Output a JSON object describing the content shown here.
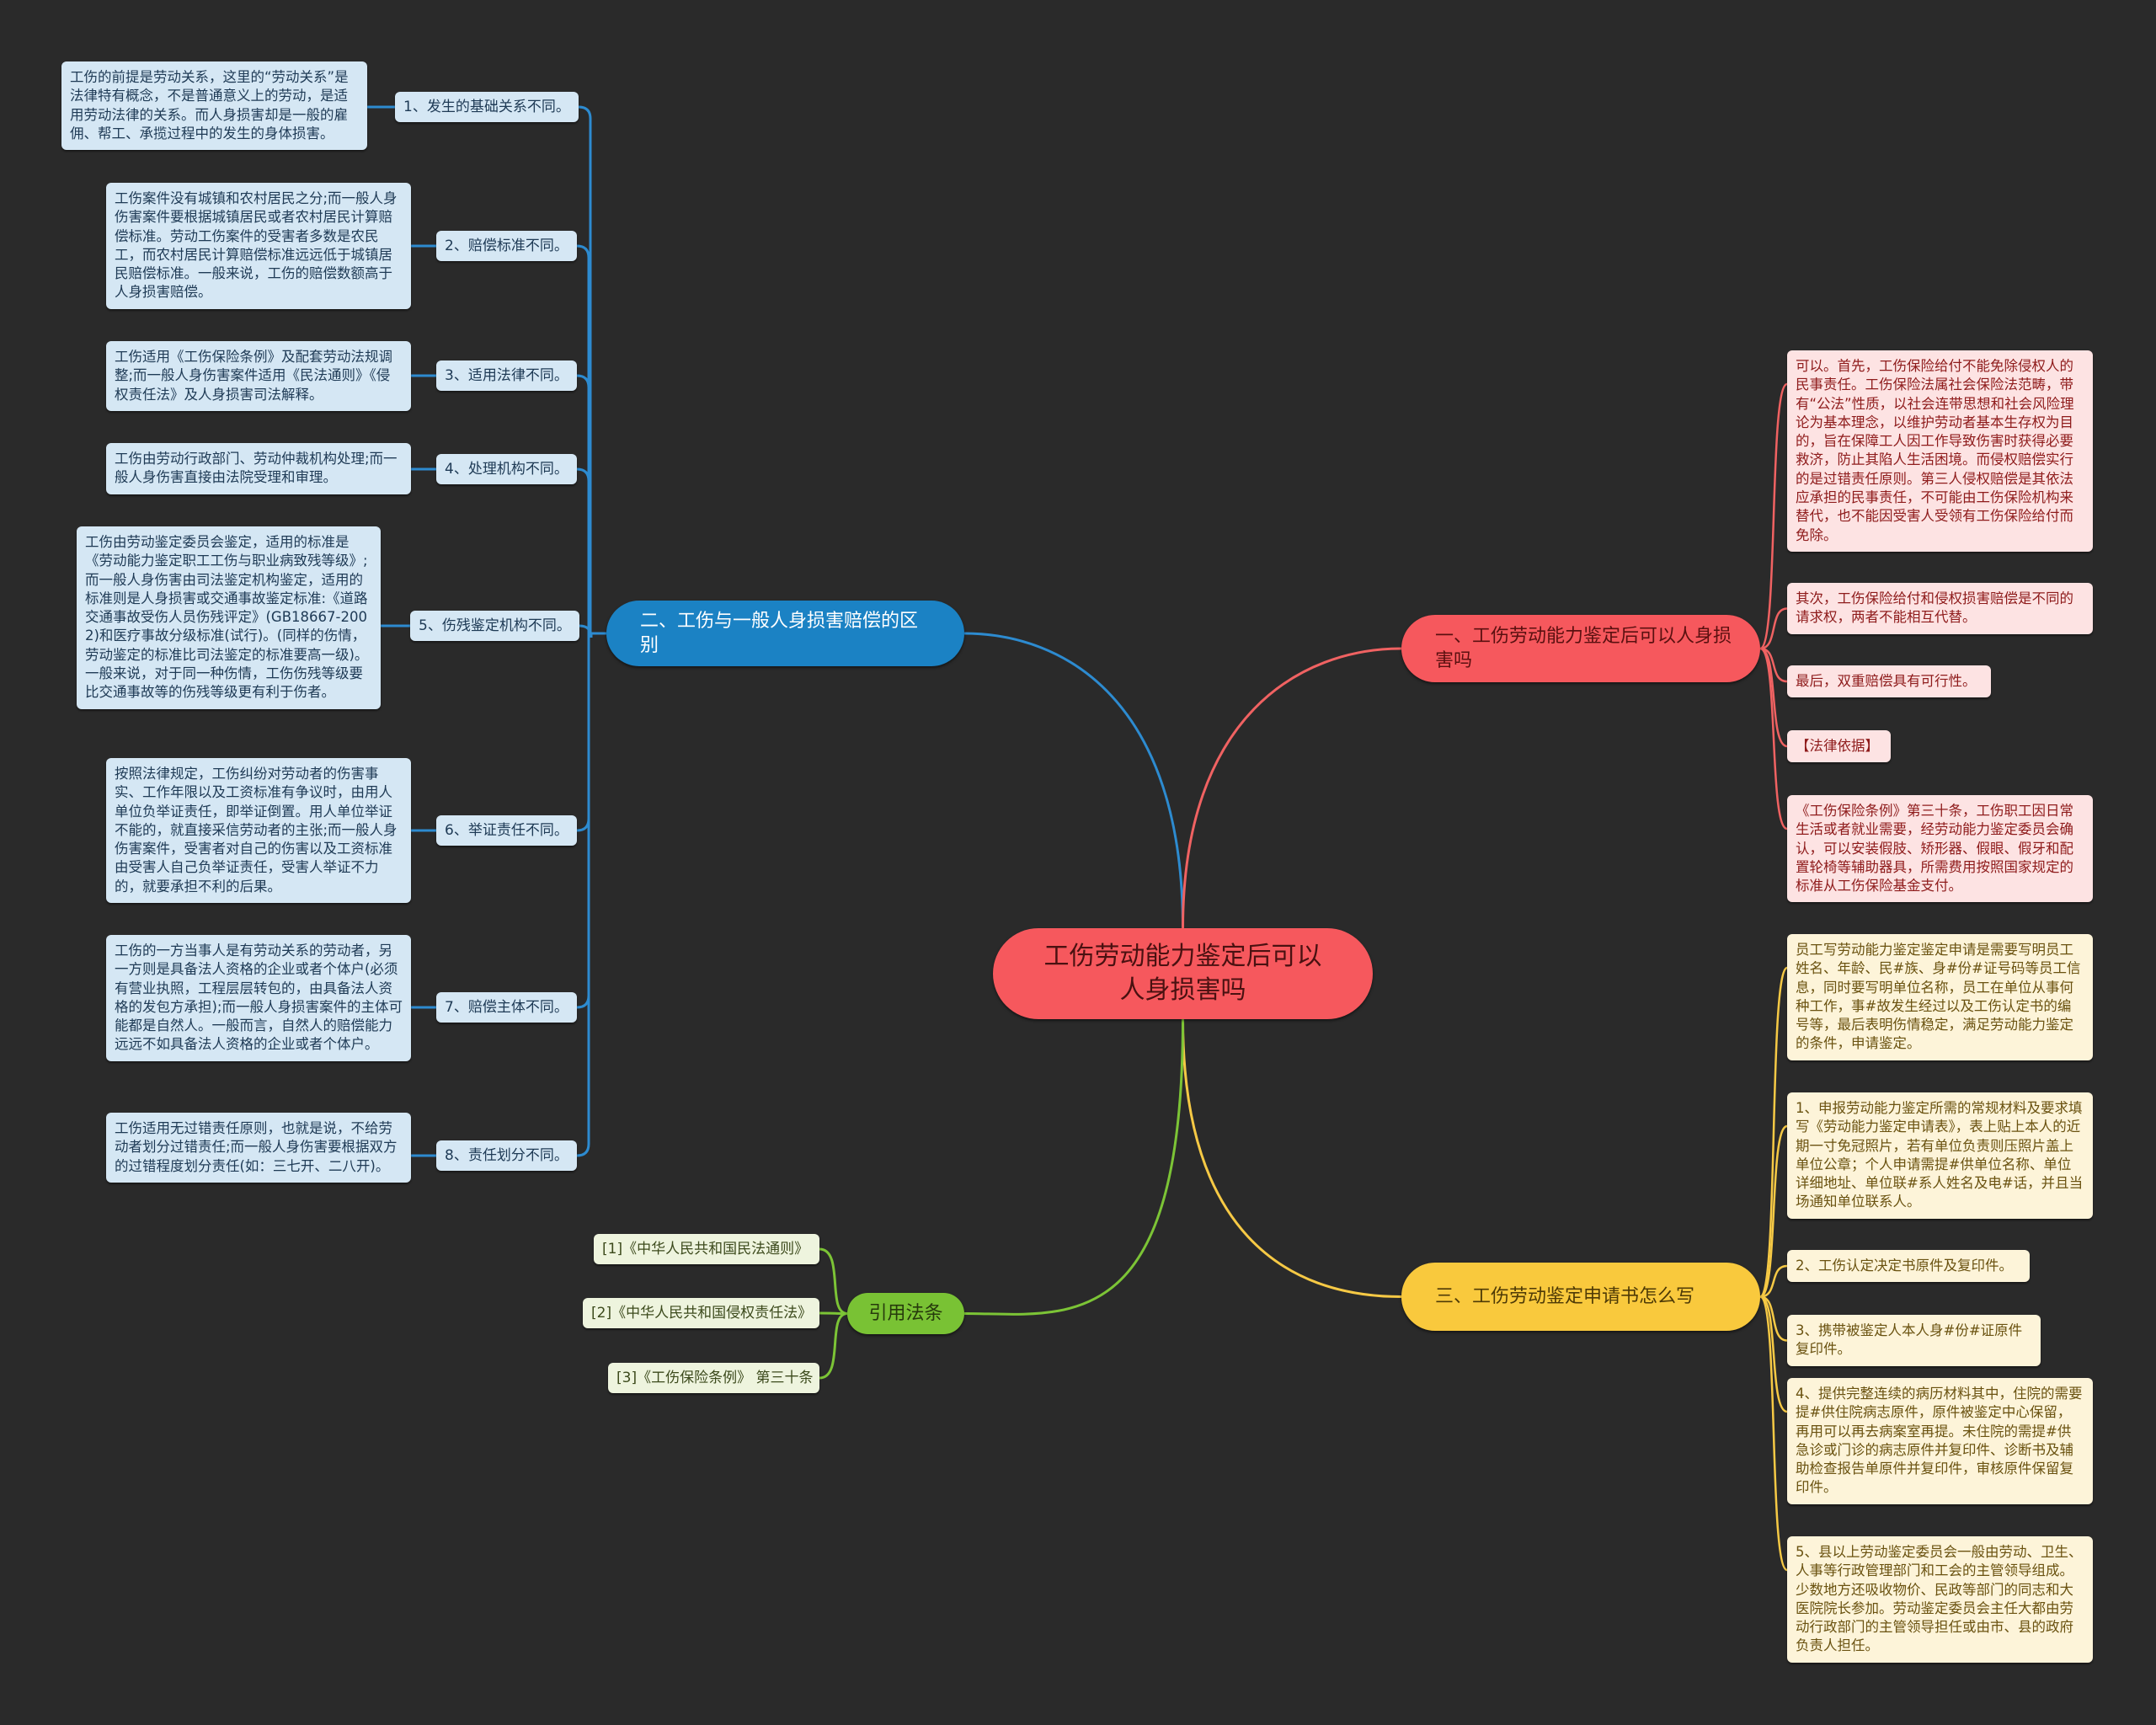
{
  "colors": {
    "blue": "#2d8bd0",
    "red": "#f06262",
    "yellow": "#f6c945",
    "green": "#7cc436",
    "background": "#2a2a2a"
  },
  "center": {
    "title": "工伤劳动能力鉴定后可以人身损害吗"
  },
  "branch_left": {
    "title": "二、工伤与一般人身损害赔偿的区别",
    "items": [
      {
        "label": "1、发生的基础关系不同。",
        "text": "工伤的前提是劳动关系，这里的“劳动关系”是法律特有概念，不是普通意义上的劳动，是适用劳动法律的关系。而人身损害却是一般的雇佣、帮工、承揽过程中的发生的身体损害。"
      },
      {
        "label": "2、赔偿标准不同。",
        "text": "工伤案件没有城镇和农村居民之分;而一般人身伤害案件要根据城镇居民或者农村居民计算赔偿标准。劳动工伤案件的受害者多数是农民工，而农村居民计算赔偿标准远远低于城镇居民赔偿标准。一般来说，工伤的赔偿数额高于人身损害赔偿。"
      },
      {
        "label": "3、适用法律不同。",
        "text": "工伤适用《工伤保险条例》及配套劳动法规调整;而一般人身伤害案件适用《民法通则》《侵权责任法》及人身损害司法解释。"
      },
      {
        "label": "4、处理机构不同。",
        "text": "工伤由劳动行政部门、劳动仲裁机构处理;而一般人身伤害直接由法院受理和审理。"
      },
      {
        "label": "5、伤残鉴定机构不同。",
        "text": "工伤由劳动鉴定委员会鉴定，适用的标准是《劳动能力鉴定职工工伤与职业病致残等级》;而一般人身伤害由司法鉴定机构鉴定，适用的标准则是人身损害或交通事故鉴定标准:《道路交通事故受伤人员伤残评定》(GB18667-2002)和医疗事故分级标准(试行)。(同样的伤情，劳动鉴定的标准比司法鉴定的标准要高一级)。一般来说，对于同一种伤情，工伤伤残等级要比交通事故等的伤残等级更有利于伤者。"
      },
      {
        "label": "6、举证责任不同。",
        "text": "按照法律规定，工伤纠纷对劳动者的伤害事实、工作年限以及工资标准有争议时，由用人单位负举证责任，即举证倒置。用人单位举证不能的，就直接采信劳动者的主张;而一般人身伤害案件，受害者对自己的伤害以及工资标准由受害人自己负举证责任，受害人举证不力的，就要承担不利的后果。"
      },
      {
        "label": "7、赔偿主体不同。",
        "text": "工伤的一方当事人是有劳动关系的劳动者，另一方则是具备法人资格的企业或者个体户(必须有营业执照，工程层层转包的，由具备法人资格的发包方承担);而一般人身损害案件的主体可能都是自然人。一般而言，自然人的赔偿能力远远不如具备法人资格的企业或者个体户。"
      },
      {
        "label": "8、责任划分不同。",
        "text": "工伤适用无过错责任原则，也就是说，不给劳动者划分过错责任;而一般人身伤害要根据双方的过错程度划分责任(如：三七开、二八开)。"
      }
    ]
  },
  "branch_right_top": {
    "title": "一、工伤劳动能力鉴定后可以人身损害吗",
    "items": [
      "可以。首先，工伤保险给付不能免除侵权人的民事责任。工伤保险法属社会保险法范畴，带有“公法”性质，以社会连带思想和社会风险理论为基本理念，以维护劳动者基本生存权为目的，旨在保障工人因工作导致伤害时获得必要救济，防止其陷人生活困境。而侵权赔偿实行的是过错责任原则。第三人侵权赔偿是其依法应承担的民事责任，不可能由工伤保险机构来替代，也不能因受害人受领有工伤保险给付而免除。",
      "其次，工伤保险给付和侵权损害赔偿是不同的请求权，两者不能相互代替。",
      "最后，双重赔偿具有可行性。",
      "【法律依据】",
      "《工伤保险条例》第三十条，工伤职工因日常生活或者就业需要，经劳动能力鉴定委员会确认，可以安装假肢、矫形器、假眼、假牙和配置轮椅等辅助器具，所需费用按照国家规定的标准从工伤保险基金支付。"
    ]
  },
  "branch_right_bottom": {
    "title": "三、工伤劳动鉴定申请书怎么写",
    "items": [
      "员工写劳动能力鉴定鉴定申请是需要写明员工姓名、年龄、民#族、身#份#证号码等员工信息，同时要写明单位名称，员工在单位从事何种工作，事#故发生经过以及工伤认定书的编号等，最后表明伤情稳定，满足劳动能力鉴定的条件，申请鉴定。",
      "1、申报劳动能力鉴定所需的常规材料及要求填写《劳动能力鉴定申请表》，表上贴上本人的近期一寸免冠照片，若有单位负责则压照片盖上单位公章；个人申请需提#供单位名称、单位详细地址、单位联#系人姓名及电#话，并且当场通知单位联系人。",
      "2、工伤认定决定书原件及复印件。",
      "3、携带被鉴定人本人身#份#证原件复印件。",
      "4、提供完整连续的病历材料其中，住院的需要提#供住院病志原件，原件被鉴定中心保留，再用可以再去病案室再提。未住院的需提#供急诊或门诊的病志原件并复印件、诊断书及辅助检查报告单原件并复印件，审核原件保留复印件。",
      "5、县以上劳动鉴定委员会一般由劳动、卫生、人事等行政管理部门和工会的主管领导组成。少数地方还吸收物价、民政等部门的同志和大医院院长参加。劳动鉴定委员会主任大都由劳动行政部门的主管领导担任或由市、县的政府负责人担任。"
    ]
  },
  "branch_citations": {
    "title": "引用法条",
    "items": [
      "[1]《中华人民共和国民法通则》",
      "[2]《中华人民共和国侵权责任法》",
      "[3]《工伤保险条例》 第三十条"
    ]
  }
}
